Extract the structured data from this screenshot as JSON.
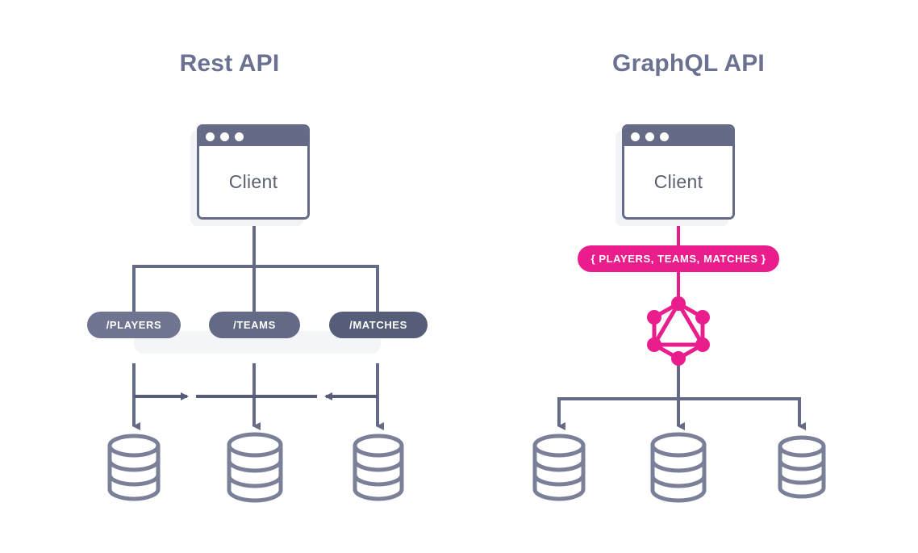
{
  "background": "#ffffff",
  "colors": {
    "slate": "#656b87",
    "slate_text": "#6b7190",
    "pill_light": "#6f7590",
    "pill_mid": "#636a86",
    "pill_dark": "#565d78",
    "pink": "#e91e8c",
    "wire": "#656b87",
    "shadow": "#f2f3f7",
    "band": "#f4f5f8",
    "white": "#ffffff"
  },
  "panels": [
    {
      "id": "rest",
      "title": "Rest API",
      "client": {
        "label": "Client",
        "dots": 3
      },
      "endpoints": [
        {
          "label": "/PLAYERS",
          "color": "#6f7590"
        },
        {
          "label": "/TEAMS",
          "color": "#636a86"
        },
        {
          "label": "/MATCHES",
          "color": "#565d78"
        }
      ],
      "databases": 3
    },
    {
      "id": "graphql",
      "title": "GraphQL API",
      "client": {
        "label": "Client",
        "dots": 3
      },
      "query_pill": {
        "label": "{ PLAYERS, TEAMS, MATCHES }",
        "color": "#e91e8c"
      },
      "logo": {
        "name": "graphql-logo",
        "color": "#e91e8c",
        "nodes": 6
      },
      "databases": 3
    }
  ],
  "icons": {
    "database": "database-icon",
    "graphql": "graphql-logo-icon",
    "window_dot": "window-dot-icon",
    "arrow_down": "arrow-down-icon",
    "arrow_right": "arrow-right-icon",
    "arrow_left": "arrow-left-icon"
  }
}
